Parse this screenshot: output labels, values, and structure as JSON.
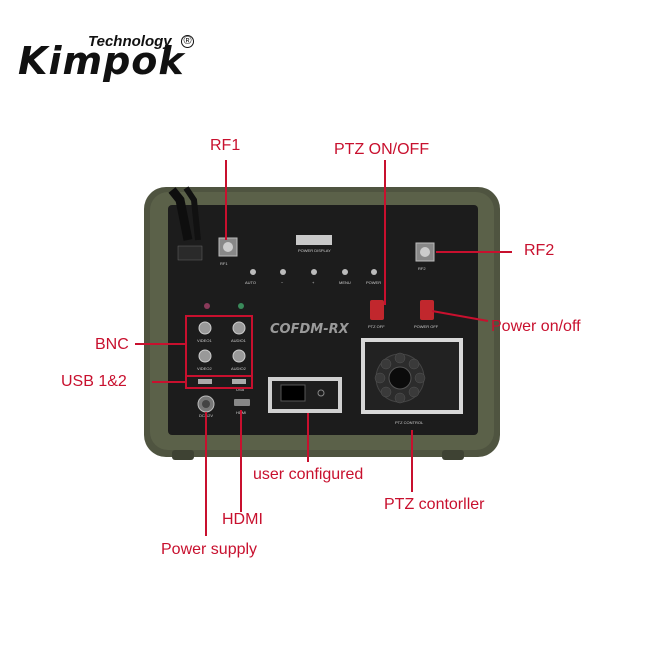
{
  "brand": {
    "tagline": "Technology",
    "name": "Kimpok",
    "registered": "®"
  },
  "device": {
    "model_plate": "COFDM-RX",
    "panel_labels": {
      "power_display": "POWER DISPLAY",
      "auto": "AUTO",
      "minus": "−",
      "plus": "+",
      "menu": "MENU",
      "power": "POWER",
      "ptz_off": "PTZ OFF",
      "power_off": "POWER OFF",
      "rf1": "RF1",
      "rf2": "RF2",
      "ptz_control": "PTZ CONTROL",
      "hdmi": "HDMI",
      "usb": "USB",
      "dc": "DC/12V",
      "video1": "VIDEO1",
      "video2": "VIDEO2",
      "audio1": "AUDIO1",
      "audio2": "AUDIO2"
    }
  },
  "callouts": {
    "rf1": "RF1",
    "ptz_onoff": "PTZ ON/OFF",
    "rf2": "RF2",
    "power_onoff": "Power on/off",
    "bnc": "BNC",
    "usb": "USB 1&2",
    "user_configured": "user configured",
    "ptz_controller": "PTZ contorller",
    "hdmi": "HDMI",
    "power_supply": "Power supply"
  },
  "colors": {
    "callout": "#c8102e",
    "case": "#4f5440",
    "panel": "#1c1c1c"
  }
}
